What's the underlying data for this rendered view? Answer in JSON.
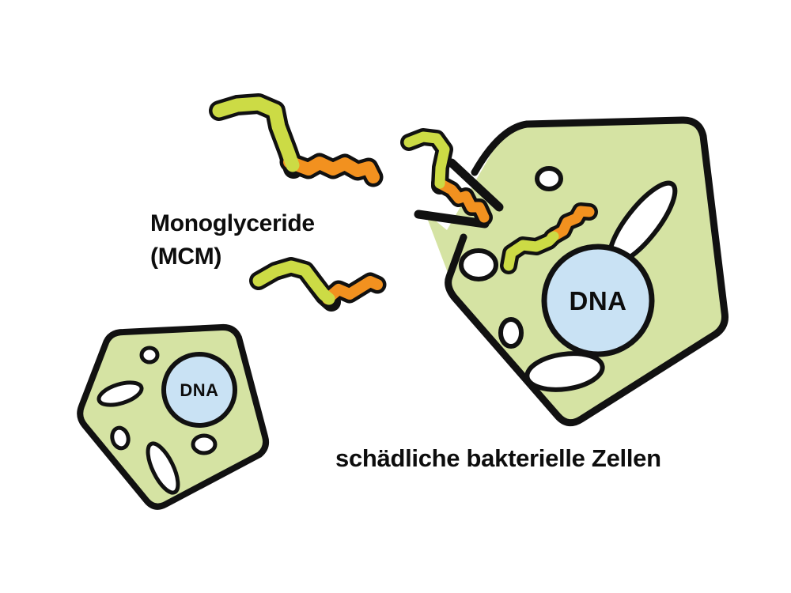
{
  "figure": {
    "type": "biological-diagram",
    "background_color": "#ffffff",
    "description": "Monoglyceride (MCM) molecules disrupting harmful bacterial cells"
  },
  "labels": {
    "molecule_name_line1": "Monoglyceride",
    "molecule_name_line2": "(MCM)",
    "cells_caption": "schädliche bakterielle Zellen"
  },
  "nucleus": {
    "label": "DNA",
    "fill_color": "#c9e2f4",
    "stroke_color": "#111111"
  },
  "cells": [
    {
      "id": "small-cell",
      "name": "bacterial-cell-intact",
      "state": "intact",
      "fill_color": "#d5e3a3",
      "stroke_color": "#111111",
      "nucleus_label": "DNA",
      "vacuole_count": 5,
      "membrane_breached": false
    },
    {
      "id": "large-cell",
      "name": "bacterial-cell-breached",
      "state": "membrane-breached",
      "fill_color": "#d5e3a3",
      "stroke_color": "#111111",
      "nucleus_label": "DNA",
      "vacuole_count": 5,
      "membrane_breached": true
    }
  ],
  "molecules": {
    "head_color": "#ccdb45",
    "tail_color": "#f2911f",
    "outline_color": "#111111",
    "items": [
      {
        "id": "mcm-free-1",
        "name": "monoglyceride-molecule-free-upper",
        "location": "extracellular"
      },
      {
        "id": "mcm-free-2",
        "name": "monoglyceride-molecule-free-lower",
        "location": "extracellular"
      },
      {
        "id": "mcm-penetrating",
        "name": "monoglyceride-molecule-penetrating",
        "location": "crossing-membrane"
      },
      {
        "id": "mcm-internal",
        "name": "monoglyceride-molecule-internal",
        "location": "intracellular"
      }
    ]
  },
  "membrane_break": {
    "name": "membrane-rupture",
    "segment_count": 2,
    "color": "#111111"
  }
}
